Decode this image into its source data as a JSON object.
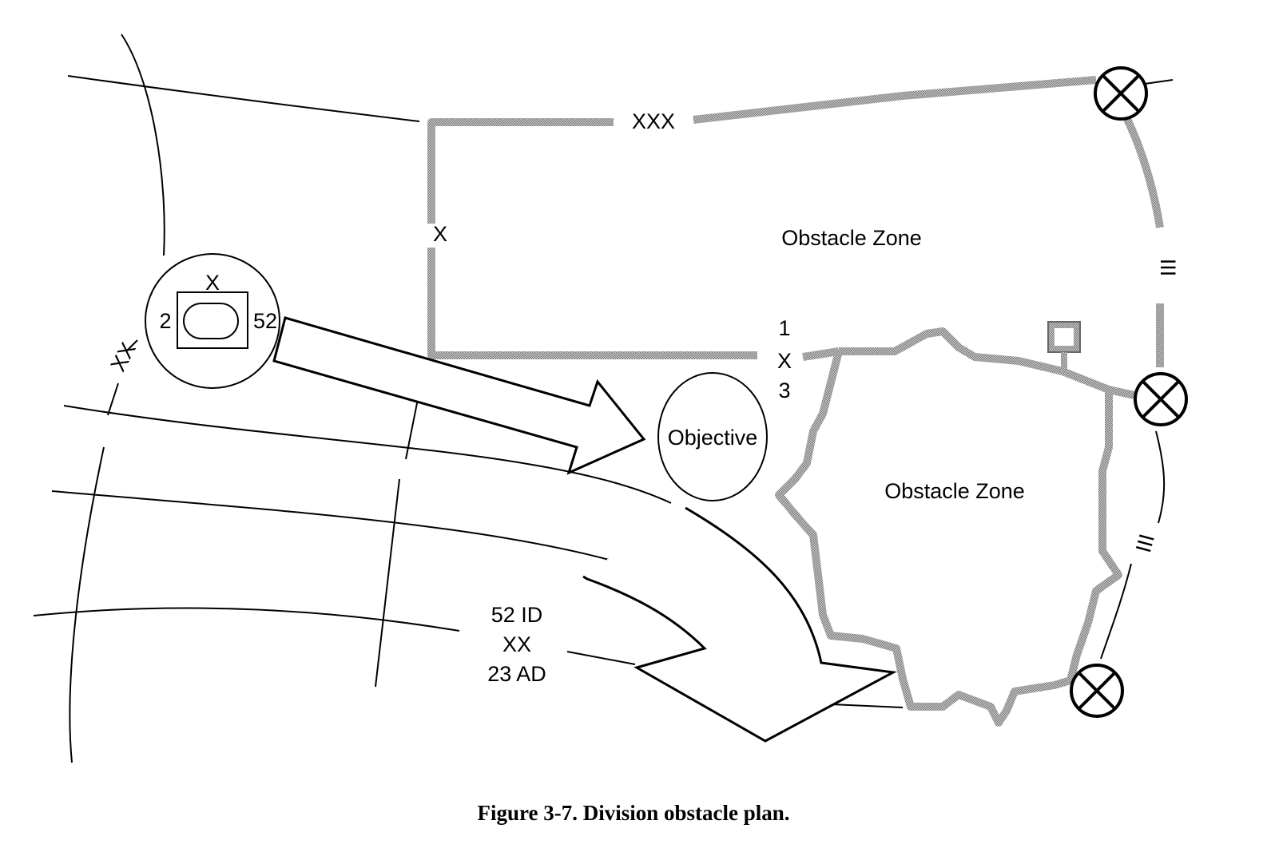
{
  "colors": {
    "line": "#000000",
    "obstacle_boundary": "#9a9a9a",
    "background": "#ffffff"
  },
  "labels": {
    "corps_boundary": "XXX",
    "brigade_boundary": "X",
    "division_boundary": "XX",
    "obstacle_zone_north": "Obstacle Zone",
    "obstacle_zone_south": "Obstacle Zone",
    "objective": "Objective",
    "brigade_number_top": "1",
    "brigade_echelon": "X",
    "brigade_number_bottom": "3",
    "unit_echelon": "X",
    "unit_left": "2",
    "unit_right": "52",
    "division_top": "52 ID",
    "division_echelon": "XX",
    "division_bottom": "23 AD",
    "restriction_upper": "III",
    "restriction_lower": "III"
  },
  "icons": {
    "restricted_points": "circle-x-icon",
    "unit_symbol": "armor-unit-icon",
    "target_point": "flag-square-icon"
  },
  "caption": "Figure 3-7. Division obstacle plan."
}
